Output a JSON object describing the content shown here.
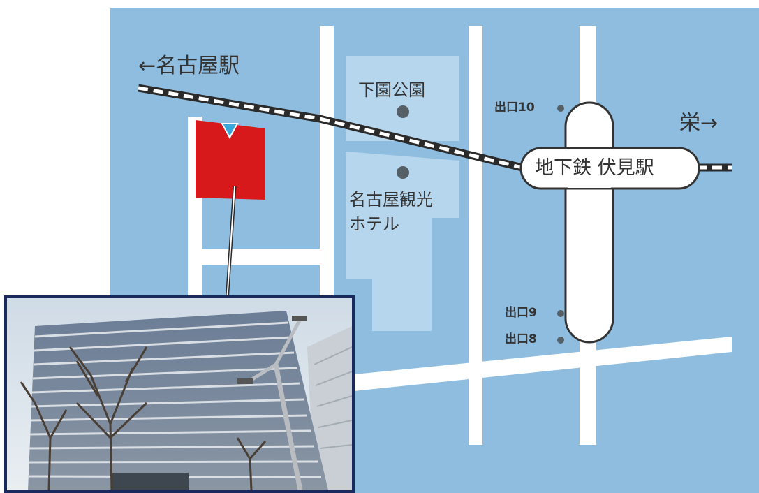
{
  "map": {
    "colors": {
      "water_bg": "#8fbde0",
      "block_light": "#b6d6ee",
      "road": "#ffffff",
      "rail": "#2a2a2a",
      "building_marker": "#d7191c",
      "pin_marker": "#3aa7d8",
      "poi_dot": "#555f66"
    },
    "labels": {
      "to_nagoya": "←名古屋駅",
      "to_sakae": "栄→",
      "park": "下園公園",
      "hotel_line1": "名古屋観光",
      "hotel_line2": "ホテル",
      "station": "地下鉄 伏見駅",
      "exit10": "出口10",
      "exit9": "出口9",
      "exit8": "出口8"
    },
    "icons": {
      "poi": "circle-dot-icon",
      "pin": "triangle-pin-icon"
    }
  },
  "photo": {
    "subject": "building-photo"
  }
}
